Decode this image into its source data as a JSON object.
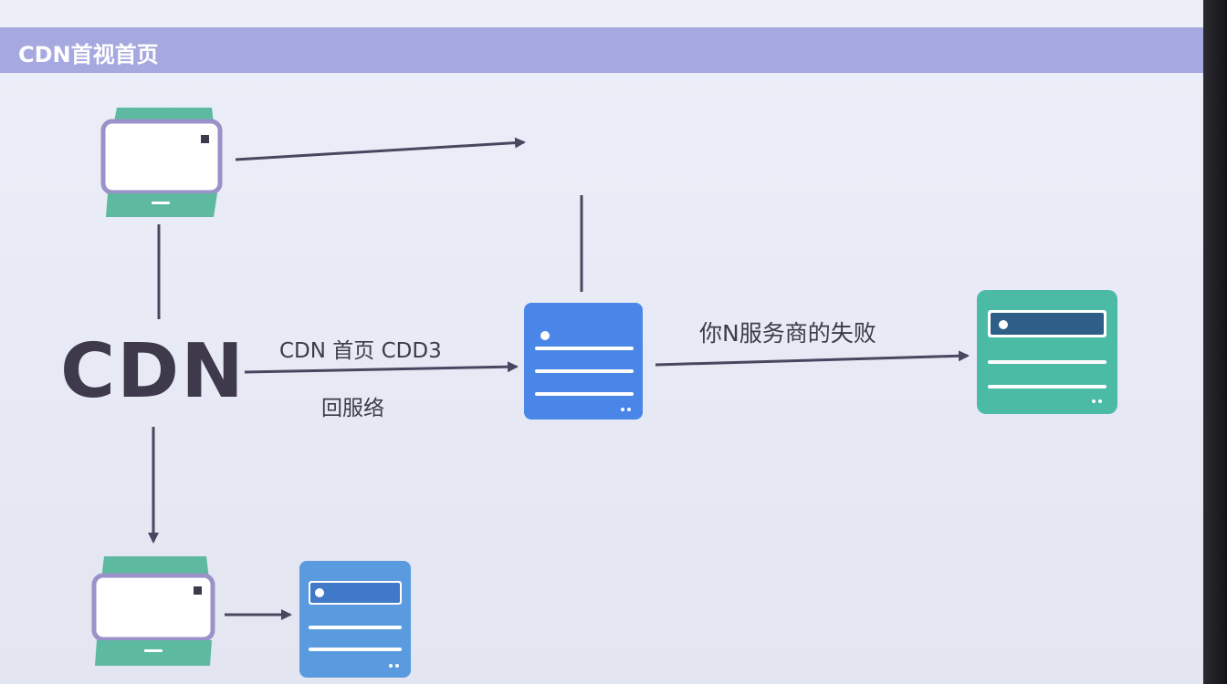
{
  "slide": {
    "title": "CDN首视首页",
    "center_label": "CDN"
  },
  "edges": {
    "cdn_to_server_top": "CDN 首页 CDD3",
    "cdn_to_server_bottom": "回服络",
    "server_to_origin": "你N服务商的失败"
  },
  "icons": {
    "client_top": "laptop-icon",
    "client_bottom": "laptop-icon",
    "server_center": "server-icon",
    "server_origin": "server-icon",
    "server_bottom": "server-icon"
  },
  "colors": {
    "title_bar": "#a6a8e0",
    "laptop_screen_border": "#9a92c8",
    "laptop_base": "#5db9a0",
    "server_blue": "#4a86e8",
    "server_teal": "#4bbba6",
    "server_light_blue": "#5a9bdf",
    "arrow": "#4a4660"
  }
}
